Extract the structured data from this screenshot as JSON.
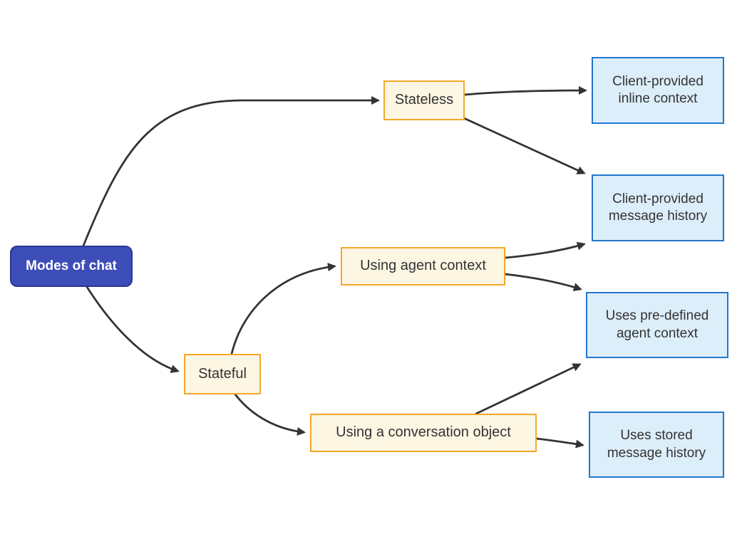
{
  "diagram": {
    "title": "Modes of chat",
    "nodes": [
      {
        "id": "root",
        "label": "Modes of chat",
        "kind": "root"
      },
      {
        "id": "stateless",
        "label": "Stateless",
        "kind": "mode"
      },
      {
        "id": "inline_context",
        "label": "Client-provided\ninline context",
        "kind": "outcome"
      },
      {
        "id": "message_history",
        "label": "Client-provided\nmessage history",
        "kind": "outcome"
      },
      {
        "id": "agent_context",
        "label": "Using agent context",
        "kind": "mode"
      },
      {
        "id": "predefined_context",
        "label": "Uses pre-defined\nagent context",
        "kind": "outcome"
      },
      {
        "id": "stateful",
        "label": "Stateful",
        "kind": "mode"
      },
      {
        "id": "conversation",
        "label": "Using a conversation object",
        "kind": "mode"
      },
      {
        "id": "stored_history",
        "label": "Uses stored\nmessage history",
        "kind": "outcome"
      }
    ],
    "edges": [
      {
        "from": "root",
        "to": "stateless"
      },
      {
        "from": "root",
        "to": "stateful"
      },
      {
        "from": "stateless",
        "to": "inline_context"
      },
      {
        "from": "stateless",
        "to": "message_history"
      },
      {
        "from": "stateful",
        "to": "agent_context"
      },
      {
        "from": "stateful",
        "to": "conversation"
      },
      {
        "from": "agent_context",
        "to": "message_history"
      },
      {
        "from": "agent_context",
        "to": "predefined_context"
      },
      {
        "from": "conversation",
        "to": "predefined_context"
      },
      {
        "from": "conversation",
        "to": "stored_history"
      }
    ],
    "colors": {
      "root_fill": "#3d4db7",
      "root_border": "#2a3794",
      "root_text": "#ffffff",
      "mode_fill": "#fdf6e3",
      "mode_border": "#f5a728",
      "outcome_fill": "#ddeefb",
      "outcome_border": "#2277cc",
      "edge_color": "#333333",
      "text_color": "#333333"
    }
  }
}
